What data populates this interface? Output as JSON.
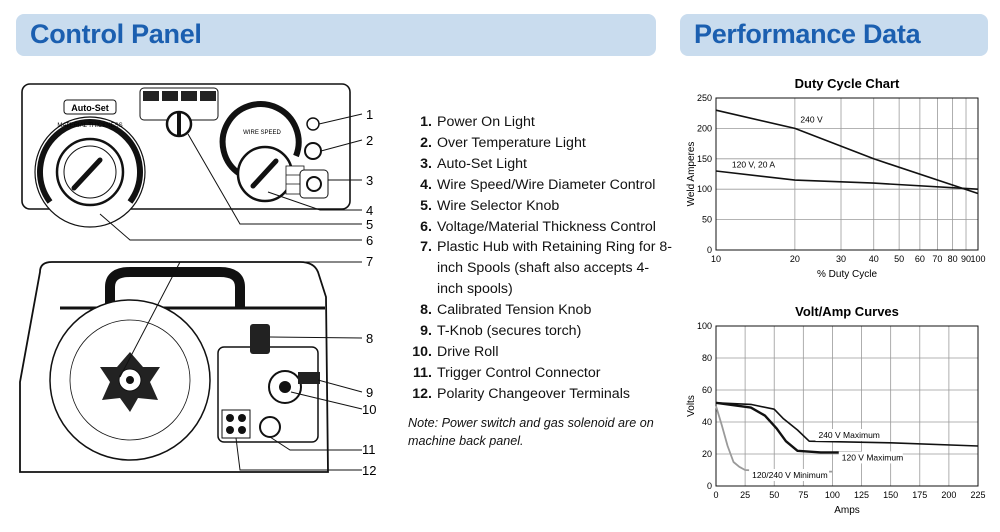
{
  "control_panel": {
    "title": "Control Panel",
    "knob_labels": {
      "auto_set": "Auto-Set",
      "material_thickness": "MATERIAL THICKNESS",
      "wire_speed": "WIRE SPEED"
    },
    "callouts": [
      "1",
      "2",
      "3",
      "4",
      "5",
      "6",
      "7",
      "8",
      "9",
      "10",
      "11",
      "12"
    ],
    "legend": [
      {
        "num": "1.",
        "text": "Power On Light"
      },
      {
        "num": "2.",
        "text": "Over Temperature Light"
      },
      {
        "num": "3.",
        "text": "Auto-Set Light"
      },
      {
        "num": "4.",
        "text": "Wire Speed/Wire Diameter Control"
      },
      {
        "num": "5.",
        "text": "Wire Selector Knob"
      },
      {
        "num": "6.",
        "text": "Voltage/Material Thickness Control"
      },
      {
        "num": "7.",
        "text": "Plastic Hub with Retaining Ring for 8-inch Spools (shaft also accepts 4-inch spools)"
      },
      {
        "num": "8.",
        "text": "Calibrated Tension Knob"
      },
      {
        "num": "9.",
        "text": "T-Knob (secures torch)"
      },
      {
        "num": "10.",
        "text": "Drive Roll"
      },
      {
        "num": "11.",
        "text": "Trigger Control Connector"
      },
      {
        "num": "12.",
        "text": "Polarity Changeover Terminals"
      }
    ],
    "note": "Note: Power switch and gas solenoid are on machine back panel."
  },
  "performance": {
    "title": "Performance Data"
  },
  "chart_data": [
    {
      "type": "line",
      "title": "Duty Cycle Chart",
      "xlabel": "% Duty Cycle",
      "ylabel": "Weld Amperes",
      "x_scale": "log",
      "xlim": [
        10,
        100
      ],
      "ylim": [
        0,
        250
      ],
      "x_ticks": [
        10,
        20,
        30,
        40,
        50,
        60,
        70,
        80,
        90,
        100
      ],
      "y_ticks": [
        0,
        50,
        100,
        150,
        200,
        250
      ],
      "grid": true,
      "series": [
        {
          "name": "240 V",
          "x": [
            10,
            20,
            40,
            100
          ],
          "y": [
            230,
            200,
            150,
            93
          ]
        },
        {
          "name": "120 V, 20 A",
          "x": [
            10,
            20,
            40,
            100
          ],
          "y": [
            130,
            115,
            110,
            100
          ]
        }
      ]
    },
    {
      "type": "line",
      "title": "Volt/Amp Curves",
      "xlabel": "Amps",
      "ylabel": "Volts",
      "xlim": [
        0,
        225
      ],
      "ylim": [
        0,
        100
      ],
      "x_ticks": [
        0,
        25,
        50,
        75,
        100,
        125,
        150,
        175,
        200,
        225
      ],
      "y_ticks": [
        0,
        20,
        40,
        60,
        80,
        100
      ],
      "grid": true,
      "series": [
        {
          "name": "240 V Maximum",
          "x": [
            0,
            30,
            50,
            58,
            70,
            80,
            150,
            225
          ],
          "y": [
            52,
            51,
            48,
            42,
            35,
            28,
            27,
            25
          ]
        },
        {
          "name": "120 V Maximum",
          "x": [
            0,
            30,
            42,
            52,
            60,
            70,
            90,
            125
          ],
          "y": [
            52,
            49,
            44,
            36,
            28,
            22,
            21,
            21
          ]
        },
        {
          "name": "120/240 V Minimum",
          "x": [
            0,
            5,
            10,
            15,
            20,
            25,
            50,
            100
          ],
          "y": [
            50,
            38,
            25,
            15,
            12,
            10,
            9,
            9
          ]
        }
      ]
    }
  ]
}
